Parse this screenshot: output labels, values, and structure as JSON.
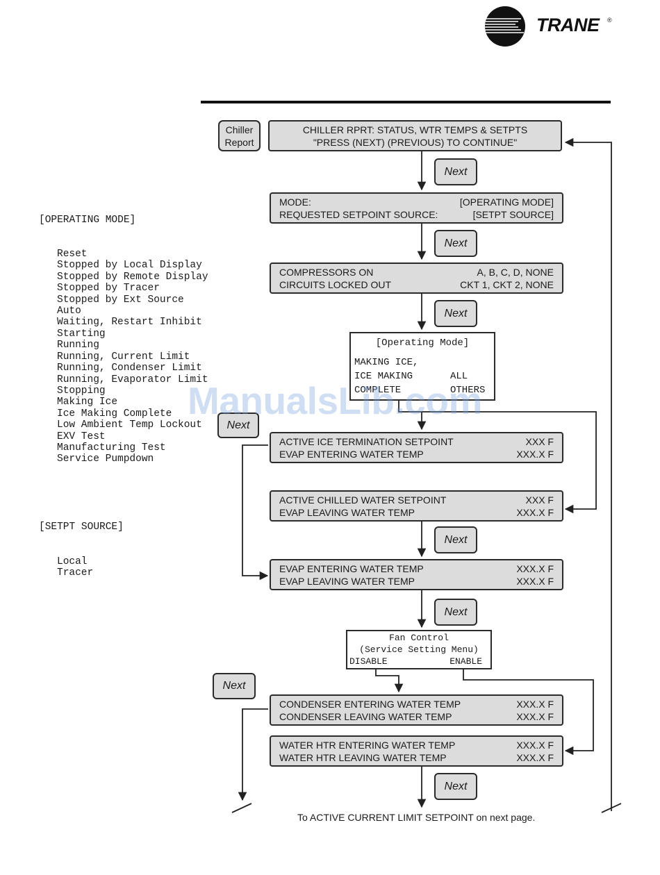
{
  "brand": {
    "name": "TRANE",
    "registered": "®"
  },
  "watermark": "ManualsLib.com",
  "chiller_report_button": {
    "line1": "Chiller",
    "line2": "Report"
  },
  "next_label": "Next",
  "screens": {
    "report": {
      "line1": "CHILLER RPRT: STATUS, WTR TEMPS & SETPTS",
      "line2": "\"PRESS (NEXT) (PREVIOUS) TO CONTINUE\""
    },
    "mode": {
      "l1": "MODE:",
      "r1": "[OPERATING MODE]",
      "l2": "REQUESTED SETPOINT SOURCE:",
      "r2": "[SETPT SOURCE]"
    },
    "compressors": {
      "l1": "COMPRESSORS ON",
      "r1": "A, B, C, D, NONE",
      "l2": "CIRCUITS LOCKED OUT",
      "r2": "CKT 1, CKT 2, NONE"
    },
    "ice": {
      "l1": "ACTIVE ICE TERMINATION SETPOINT",
      "r1": "XXX F",
      "l2": "EVAP ENTERING WATER TEMP",
      "r2": "XXX.X F"
    },
    "chilled": {
      "l1": "ACTIVE CHILLED WATER SETPOINT",
      "r1": "XXX F",
      "l2": "EVAP LEAVING WATER TEMP",
      "r2": "XXX.X F"
    },
    "evap": {
      "l1": "EVAP ENTERING WATER TEMP",
      "r1": "XXX.X F",
      "l2": "EVAP LEAVING WATER TEMP",
      "r2": "XXX.X F"
    },
    "condenser": {
      "l1": "CONDENSER ENTERING WATER TEMP",
      "r1": "XXX.X F",
      "l2": "CONDENSER LEAVING WATER TEMP",
      "r2": "XXX.X F"
    },
    "water_htr": {
      "l1": "WATER HTR ENTERING WATER TEMP",
      "r1": "XXX.X F",
      "l2": "WATER HTR LEAVING WATER TEMP",
      "r2": "XXX.X F"
    }
  },
  "decision_mode": {
    "title": "[Operating Mode]",
    "line1": "MAKING ICE,",
    "line2a": "ICE MAKING",
    "line2b": "ALL",
    "line3a": "COMPLETE",
    "line3b": "OTHERS"
  },
  "decision_fan": {
    "title": "Fan Control",
    "subtitle": "(Service Setting Menu)",
    "left": "DISABLE",
    "right": "ENABLE"
  },
  "operating_mode_list": {
    "heading": "[OPERATING MODE]",
    "items": [
      "Reset",
      "Stopped by Local Display",
      "Stopped by Remote Display",
      "Stopped by Tracer",
      "Stopped by Ext Source",
      "Auto",
      "Waiting, Restart Inhibit",
      "Starting",
      "Running",
      "Running, Current Limit",
      "Running, Condenser Limit",
      "Running, Evaporator Limit",
      "Stopping",
      "Making Ice",
      "Ice Making Complete",
      "Low Ambient Temp Lockout",
      "EXV Test",
      "Manufacturing Test",
      "Service Pumpdown"
    ]
  },
  "setpt_source_list": {
    "heading": "[SETPT SOURCE]",
    "items": [
      "Local",
      "Tracer"
    ]
  },
  "footer": "To ACTIVE CURRENT LIMIT SETPOINT on next page."
}
